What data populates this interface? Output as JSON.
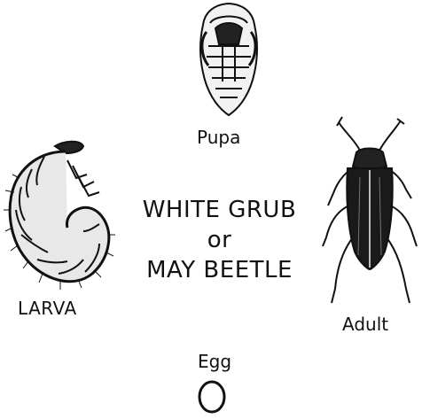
{
  "figure": {
    "title_line1": "WHITE GRUB",
    "title_line2": "or",
    "title_line3": "MAY BEETLE"
  },
  "stages": {
    "pupa": {
      "label": "Pupa",
      "icon": "pupa-illustration"
    },
    "larva": {
      "label": "LARVA",
      "icon": "larva-illustration"
    },
    "adult": {
      "label": "Adult",
      "icon": "adult-beetle-illustration"
    },
    "egg": {
      "label": "Egg",
      "icon": "egg-illustration"
    }
  },
  "colors": {
    "ink": "#111111",
    "background": "#ffffff"
  }
}
